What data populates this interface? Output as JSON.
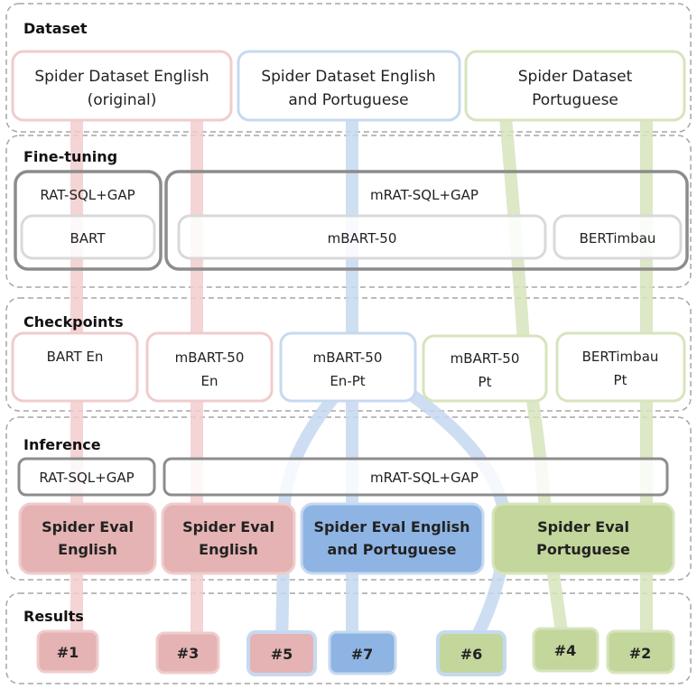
{
  "sections": {
    "dataset": "Dataset",
    "finetuning": "Fine-tuning",
    "checkpoints": "Checkpoints",
    "inference": "Inference",
    "results": "Results"
  },
  "datasets": {
    "english": [
      "Spider Dataset English",
      "(original)"
    ],
    "english_portuguese": [
      "Spider Dataset English",
      "and Portuguese"
    ],
    "portuguese": [
      "Spider Dataset",
      "Portuguese"
    ]
  },
  "finetuning": {
    "rat_sql_gap": "RAT-SQL+GAP",
    "mrat_sql_gap": "mRAT-SQL+GAP",
    "bart": "BART",
    "mbart50": "mBART-50",
    "bertimbau": "BERTimbau"
  },
  "checkpoints": {
    "bart_en": [
      "BART En"
    ],
    "mbart_en": [
      "mBART-50",
      "En"
    ],
    "mbart_en_pt": [
      "mBART-50",
      "En-Pt"
    ],
    "mbart_pt": [
      "mBART-50",
      "Pt"
    ],
    "bertimbau_pt": [
      "BERTimbau",
      "Pt"
    ]
  },
  "inference": {
    "rat_sql_gap": "RAT-SQL+GAP",
    "mrat_sql_gap": "mRAT-SQL+GAP",
    "eval_english_1": [
      "Spider Eval",
      "English"
    ],
    "eval_english_2": [
      "Spider Eval",
      "English"
    ],
    "eval_english_portuguese": [
      "Spider Eval English",
      "and Portuguese"
    ],
    "eval_portuguese": [
      "Spider Eval",
      "Portuguese"
    ]
  },
  "results": {
    "r1": "#1",
    "r3": "#3",
    "r5": "#5",
    "r7": "#7",
    "r6": "#6",
    "r4": "#4",
    "r2": "#2"
  },
  "colors": {
    "pink": "#f2cccc",
    "pink_fill": "#e5b3b3",
    "pink_border": "#f0cccc",
    "blue": "#c6d9f0",
    "blue_fill": "#8eb4e3",
    "green": "#d7e4bd",
    "green_fill": "#c3d69b",
    "gray_border": "#8c8c8c",
    "light_gray_border": "#d9d9d9",
    "dashed": "#a6a6a6"
  }
}
